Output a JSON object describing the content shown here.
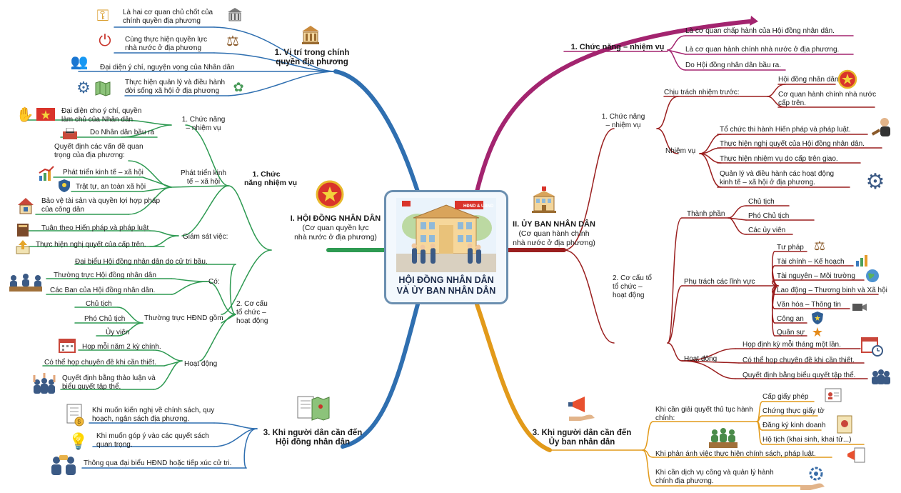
{
  "center": {
    "title_line1": "HỘI ĐỒNG NHÂN DÂN",
    "title_line2": "VÀ ỦY BAN NHÂN DÂN",
    "sign": "HĐND & UBND"
  },
  "colors": {
    "blue": "#2f6fb0",
    "green": "#2e9a52",
    "magenta": "#a3246f",
    "darkred": "#9a1f1f",
    "orange": "#e29a1a",
    "center_border": "#6b8fb0"
  },
  "left": {
    "vitri": {
      "title_line1": "1. Vị trí trong chính",
      "title_line2": "quyền địa phương",
      "items": [
        {
          "text": "Là hai cơ quan chủ chốt của chính quyền địa phương",
          "icon": "key-icon"
        },
        {
          "text": "Cùng thực hiện quyền lực nhà nước ở địa phương",
          "icon": "power-icon"
        },
        {
          "text": "Đại diện ý chí, nguyện vọng của Nhân dân",
          "icon": "people-icon"
        },
        {
          "text": "Thực hiện quản lý và điều hành đời sống xã hội ở địa phương",
          "icon": "gear-map-icon"
        }
      ]
    },
    "hdnd": {
      "title": "I. HỘI ĐỒNG NHÂN DÂN",
      "subtitle_line1": "(Cơ quan quyền lực",
      "subtitle_line2": "nhà nước ở địa phương)",
      "chucnang_main_line1": "1. Chức",
      "chucnang_main_line2": "năng nhiệm vụ",
      "chucnang": {
        "label_line1": "1. Chức năng",
        "label_line2": "– nhiệm vụ",
        "items": [
          "Đại diện cho ý chí, quyền làm chủ của Nhân dân",
          "Do Nhân dân bầu ra"
        ]
      },
      "phattrien": {
        "label_line1": "Phát triển kinh",
        "label_line2": "tế – xã hội",
        "intro": "Quyết định các vấn đề quan trọng của địa phương:",
        "items": [
          "Phát triển kinh tế – xã hội",
          "Trật tự, an toàn xã hội",
          "Bảo vệ tài sản và quyền lợi hợp pháp của công dân"
        ]
      },
      "giamsat": {
        "label": "Giám sát việc:",
        "items": [
          "Tuân theo Hiến pháp và pháp luật",
          "Thực hiện nghị quyết của cấp trên."
        ]
      },
      "cocau": {
        "label_line1": "2. Cơ cấu",
        "label_line2": "tổ chức –",
        "label_line3": "hoạt động",
        "bau": "Đại biểu Hội đồng nhân dân do cử tri bầu.",
        "co_label": "Có:",
        "co_items": [
          "Thường trực Hội đồng nhân dân",
          "Các Ban của Hội đồng nhân dân."
        ],
        "tt_label": "Thường trực HĐND gồm",
        "tt_items": [
          "Chủ tịch",
          "Phó Chủ tịch",
          "Ủy viên"
        ],
        "hd_label": "Hoạt động",
        "hd_items": [
          "Họp mỗi năm 2 kỳ chính.",
          "Có thể họp chuyên đề khi cần thiết.",
          "Quyết định bằng thảo luận và biểu quyết tập thể."
        ]
      }
    },
    "khinguoidan": {
      "title_line1": "3. Khi người dân cần đến",
      "title_line2": "Hội đồng nhân dân",
      "items": [
        {
          "text": "Khi muốn kiến nghị về chính sách, quy hoạch, ngân sách địa phương.",
          "icon": "document-coin-icon"
        },
        {
          "text": "Khi muốn góp ý vào các quyết sách quan trọng.",
          "icon": "lightbulb-icon"
        },
        {
          "text": "Thông qua đại biểu HĐND hoặc tiếp xúc cử tri.",
          "icon": "meeting-icon"
        }
      ]
    }
  },
  "right": {
    "chucnang_top": {
      "title": "1. Chức năng – nhiệm vụ",
      "items": [
        "Là cơ quan chấp hành của Hội đồng nhân dân.",
        "Là cơ quan hành chính nhà nước ở địa phương.",
        "Do Hội đồng nhân dân bầu ra."
      ]
    },
    "ubnd": {
      "title": "II. ỦY BAN NHÂN DÂN",
      "subtitle_line1": "(Cơ quan hành chính",
      "subtitle_line2": "nhà nước ở địa phương)",
      "chucnang": {
        "label_line1": "1. Chức năng",
        "label_line2": "– nhiệm vụ",
        "chiutrach_label": "Chịu trách nhiệm trước:",
        "chiutrach_items": [
          "Hội đồng nhân dân",
          "Cơ quan hành chính nhà nước cấp trên."
        ],
        "nhiemvu_label": "Nhiệm vụ",
        "nhiemvu_items": [
          "Tổ chức thi hành Hiến pháp và pháp luật.",
          "Thực hiện nghị quyết của Hội đồng nhân dân.",
          "Thực hiện nhiệm vụ do cấp trên giao.",
          "Quản lý và điều hành các hoạt động kinh tế – xã hội ở địa phương."
        ]
      },
      "cocau": {
        "label_line1": "2. Cơ cấu tổ",
        "label_line2": "tổ chức –",
        "label_line3": "hoạt động",
        "thanhphan_label": "Thành phần",
        "thanhphan_items": [
          "Chủ tịch",
          "Phó Chủ tịch",
          "Các ủy viên"
        ],
        "linhvuc_label": "Phụ trách các lĩnh vực",
        "linhvuc_items": [
          "Tư pháp",
          "Tài chính – Kế hoạch",
          "Tài nguyên – Môi trường",
          "Lao động – Thương binh và Xã hội",
          "Văn hóa – Thông tin",
          "Công an",
          "Quân sự"
        ],
        "hoatdong_label": "Hoạt động",
        "hoatdong_items": [
          "Họp định kỳ mỗi tháng một lần.",
          "Có thể họp chuyên đề khi cần thiết.",
          "Quyết định bằng biểu quyết tập thể."
        ]
      }
    },
    "khinguoidan": {
      "title_line1": "3. Khi người dân cần đến",
      "title_line2": "Ủy ban nhân dân",
      "thutuc_label": "Khi cần giải quyết thủ tục hành chính:",
      "thutuc_items": [
        "Cấp giấy phép",
        "Chứng thực giấy tờ",
        "Đăng ký kinh doanh",
        "Hộ tịch (khai sinh, khai tử...)"
      ],
      "phananh": "Khi phản ánh việc thực hiện chính sách, pháp luật.",
      "dichvu": "Khi cần dịch vụ công và quản lý hành chính địa phương."
    }
  }
}
